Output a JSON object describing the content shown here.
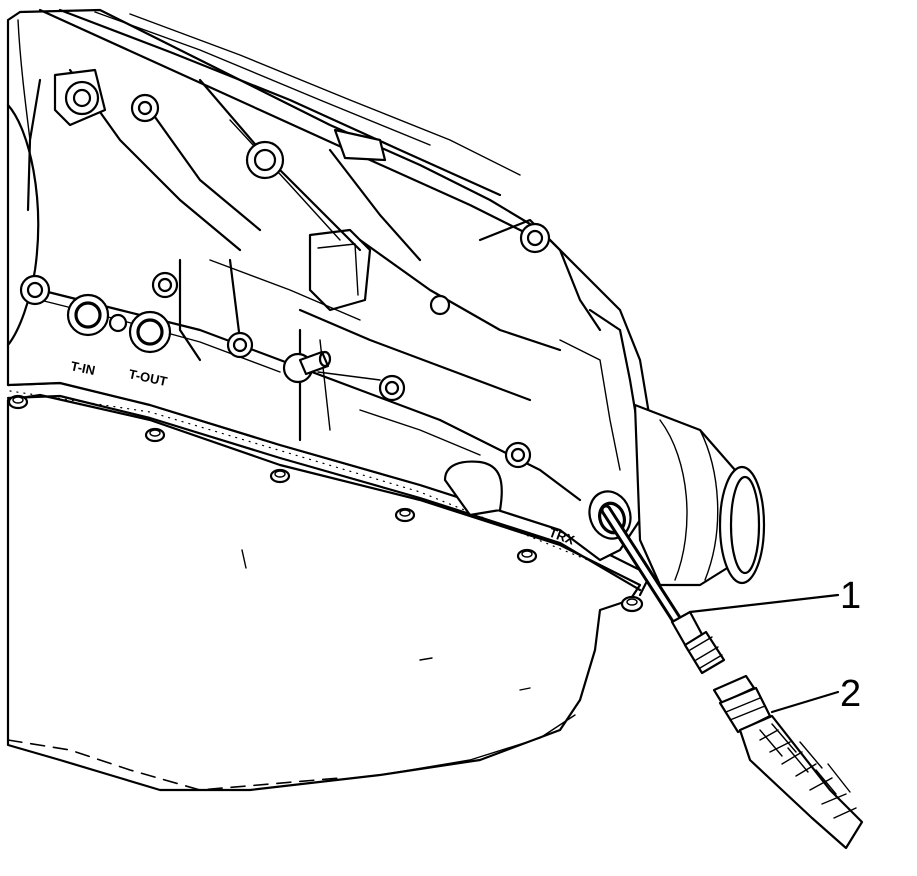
{
  "stamped_labels": {
    "t_in": "T-IN",
    "t_out": "T-OUT",
    "fill": "TRX"
  },
  "callouts": [
    {
      "number": "1"
    },
    {
      "number": "2"
    }
  ]
}
